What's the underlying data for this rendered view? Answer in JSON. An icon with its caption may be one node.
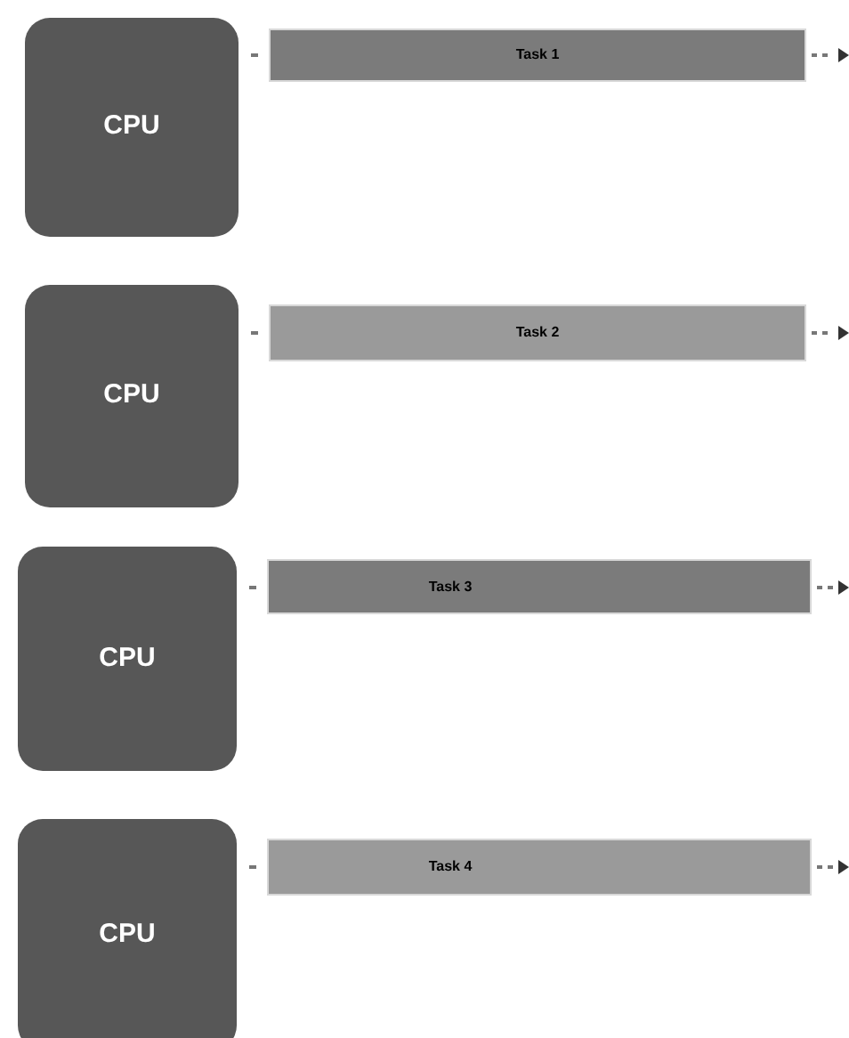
{
  "diagram": {
    "nodes": [
      {
        "text": [
          "CPU"
        ]
      },
      {
        "text": [
          "Task 1"
        ]
      },
      {
        "text": [
          "CPU"
        ]
      },
      {
        "text": [
          "Task 2"
        ]
      },
      {
        "text": [
          "CPU"
        ]
      },
      {
        "text": [
          "Task 3"
        ]
      },
      {
        "text": [
          "CPU"
        ]
      },
      {
        "text": [
          "Task 4"
        ]
      }
    ]
  }
}
